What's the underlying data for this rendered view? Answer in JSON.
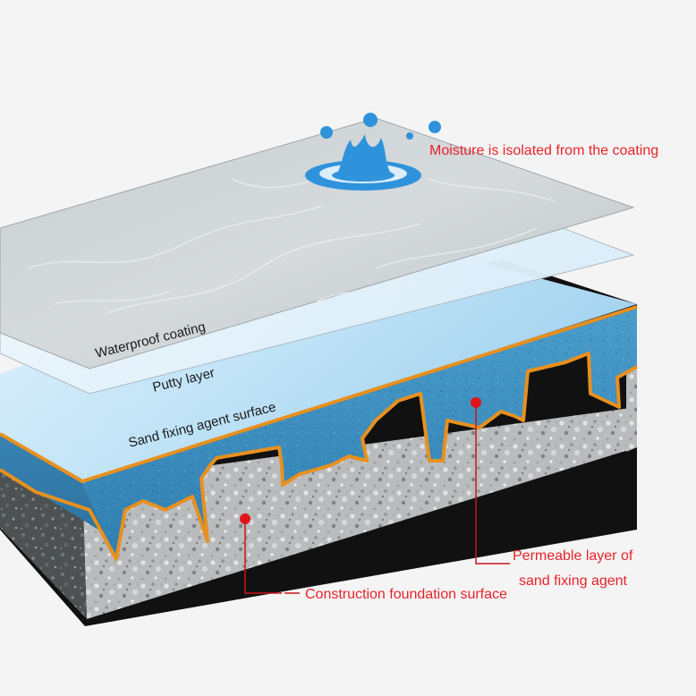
{
  "layers": {
    "waterproof": "Waterproof coating",
    "putty": "Putty layer",
    "sand_fixing": "Sand fixing agent surface"
  },
  "callouts": {
    "moisture": "Moisture is isolated from the coating",
    "permeable_line1": "Permeable layer of",
    "permeable_line2": "sand fixing agent",
    "foundation": "Construction foundation surface"
  },
  "colors": {
    "callout_text": "#e8232a",
    "callout_line": "#c8161d",
    "edge_accent": "#e8901f",
    "sand_fixing_top": "#bfe2f6",
    "permeable_blue": "#3f8fc0",
    "water_drop": "#2f93dc",
    "layer_text": "#1b1b1b"
  },
  "icons": {
    "water_splash": "water-splash-icon"
  }
}
